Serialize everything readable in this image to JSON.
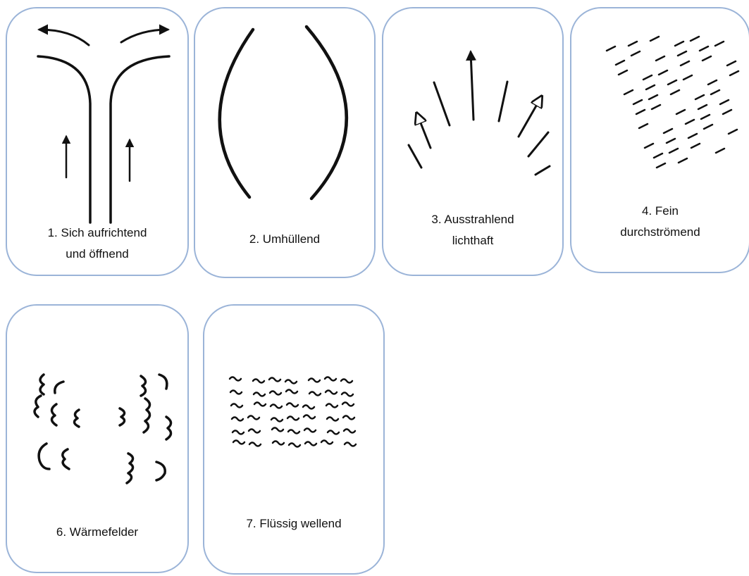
{
  "cards": [
    {
      "caption_line1": "1. Sich  aufrichtend",
      "caption_line2": "und öffnend"
    },
    {
      "caption_line1": "2. Umhüllend"
    },
    {
      "caption_line1": "3. Ausstrahlend",
      "caption_line2": "lichthaft"
    },
    {
      "caption_line1": "4. Fein",
      "caption_line2": "durchströmend"
    },
    {
      "caption_line1": "6. Wärmefelder"
    },
    {
      "caption_line1": "7. Flüssig wellend"
    }
  ]
}
